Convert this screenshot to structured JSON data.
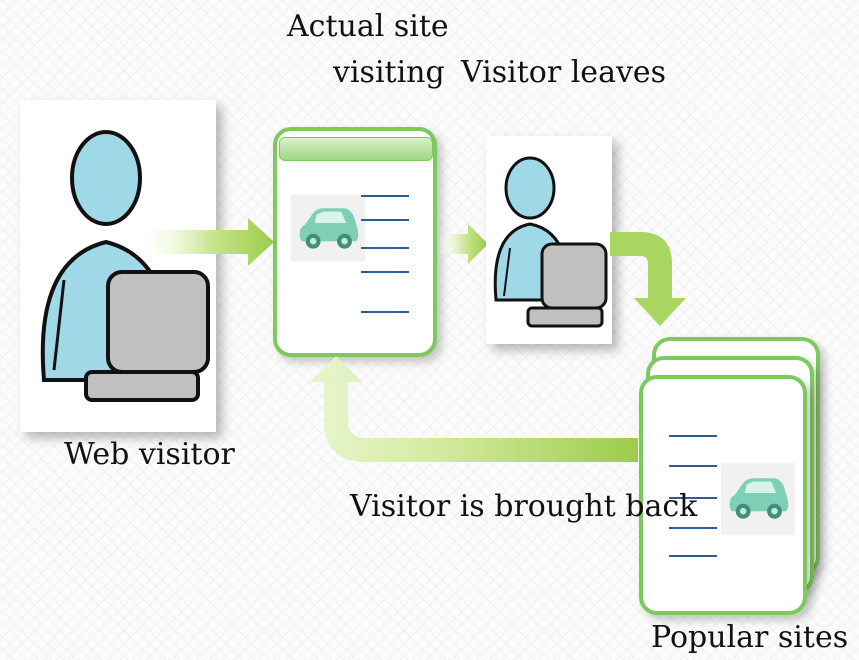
{
  "labels": {
    "actual_site_line1": "Actual site",
    "actual_site_line2": "visiting",
    "visitor_leaves": "Visitor leaves",
    "web_visitor": "Web visitor",
    "brought_back": "Visitor is brought back",
    "popular_sites": "Popular sites"
  },
  "colors": {
    "person": "#9fd8e6",
    "laptop": "#c0c0c0",
    "arrow_green": "#9ccc4a",
    "page_border": "#7dc95e",
    "link_line": "#2a5d9a",
    "car": "#7fcfb6"
  },
  "icons": [
    "person-icon",
    "laptop-icon",
    "car-icon",
    "arrow-icon"
  ]
}
